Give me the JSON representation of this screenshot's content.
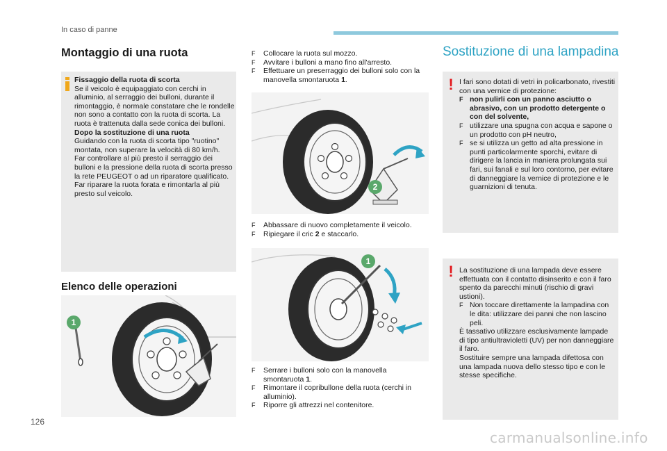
{
  "header": {
    "title": "In caso di panne"
  },
  "page_number": "126",
  "watermark": "carmanualsonline.info",
  "left": {
    "heading": "Montaggio di una ruota",
    "info": {
      "title1": "Fissaggio della ruota di scorta",
      "body1": "Se il veicolo è equipaggiato con cerchi in alluminio, al serraggio dei bulloni, durante il rimontaggio, è normale constatare che le rondelle non sono a contatto con la ruota di scorta. La ruota è trattenuta dalla sede conica dei bulloni.",
      "title2": "Dopo la sostituzione di una ruota",
      "body2": "Guidando con la ruota di scorta tipo \"ruotino\" montata, non superare la velocità di 80 km/h.",
      "body3": "Far controllare al più presto il serraggio dei bulloni e la pressione della ruota di scorta presso la rete PEUGEOT o ad un riparatore qualificato.",
      "body4": "Far riparare la ruota forata e rimontarla al più presto sul veicolo."
    },
    "subheading": "Elenco delle operazioni",
    "callout": "1"
  },
  "middle": {
    "steps_a": [
      {
        "marker": "F",
        "text": "Collocare la ruota sul mozzo."
      },
      {
        "marker": "F",
        "text": "Avvitare i bulloni a mano fino all'arresto."
      },
      {
        "marker": "F",
        "text_pre": "Effettuare un preserraggio dei bulloni solo con la manovella smontaruota ",
        "num": "1",
        "text_post": "."
      }
    ],
    "callout_a": "2",
    "steps_b": [
      {
        "marker": "F",
        "text": "Abbassare di nuovo completamente il veicolo."
      },
      {
        "marker": "F",
        "text_pre": "Ripiegare il cric ",
        "num": "2",
        "text_post": " e staccarlo."
      }
    ],
    "callout_b": "1",
    "steps_c": [
      {
        "marker": "F",
        "text_pre": "Serrare i bulloni solo con la manovella smontaruota ",
        "num": "1",
        "text_post": "."
      },
      {
        "marker": "F",
        "text": "Rimontare il copribullone della ruota (cerchi in alluminio)."
      },
      {
        "marker": "F",
        "text": "Riporre gli attrezzi nel contenitore."
      }
    ]
  },
  "right": {
    "heading": "Sostituzione di una lampadina",
    "warn1": {
      "icon": "!",
      "intro": "I fari sono dotati di vetri in policarbonato, rivestiti con una vernice di protezione:",
      "items": [
        {
          "marker": "F",
          "text": "non pulirli con un panno asciutto o abrasivo, con un prodotto detergente o con del solvente,",
          "bold": true
        },
        {
          "marker": "F",
          "text": "utilizzare una spugna con acqua e sapone o un prodotto con pH neutro,"
        },
        {
          "marker": "F",
          "text": "se si utilizza un getto ad alta pressione in punti particolarmente sporchi, evitare di dirigere la lancia in maniera prolungata sui fari, sui fanali e sul loro contorno, per evitare di danneggiare la vernice di protezione e le guarnizioni di tenuta."
        }
      ]
    },
    "warn2": {
      "icon": "!",
      "intro": "La sostituzione di una lampada deve essere effettuata con il contatto disinserito e con il faro spento da parecchi minuti (rischio di gravi ustioni).",
      "items": [
        {
          "marker": "F",
          "text": "Non toccare direttamente la lampadina con le dita: utilizzare dei panni che non lascino peli."
        }
      ],
      "outro1": "È tassativo utilizzare esclusivamente lampade di tipo antiultravioletti (UV) per non danneggiare il faro.",
      "outro2": "Sostituire sempre una lampada difettosa con una lampada nuova dello stesso tipo e con le stesse specifiche."
    }
  },
  "colors": {
    "accent": "#2ea3c4",
    "callout": "#5aa86b",
    "warning": "#e2161b",
    "box": "#eaeaea",
    "bar": "#8ec9dd"
  },
  "icons": [
    "info-icon",
    "warning-icon",
    "bullet-icon"
  ]
}
